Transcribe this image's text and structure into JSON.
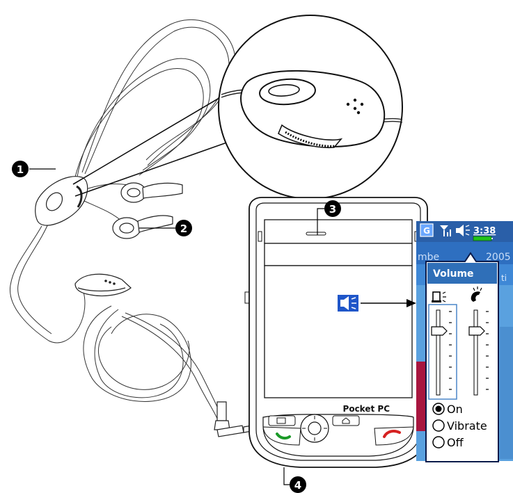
{
  "callouts": {
    "one": "1",
    "two": "2",
    "three": "3",
    "four": "4"
  },
  "device": {
    "brand_label": "Pocket PC"
  },
  "volume_popup": {
    "status_badge": "G",
    "time": "3:38",
    "bg_text_1": "mbe",
    "bg_text_2": "2005",
    "bg_text_3": "ti",
    "title": "Volume",
    "options": [
      {
        "label": "On",
        "selected": true
      },
      {
        "label": "Vibrate",
        "selected": false
      },
      {
        "label": "Off",
        "selected": false
      }
    ],
    "system_slider_level": 0.78,
    "ringer_slider_level": 0.78
  },
  "icons": {
    "speaker": "speaker-icon",
    "phone_device": "device-sound-icon",
    "handset": "ringer-icon",
    "signal": "signal-icon",
    "battery": "battery-icon",
    "start_menu": "start-menu-icon",
    "home": "home-icon",
    "call": "call-icon",
    "end_call": "end-call-icon"
  },
  "colors": {
    "popup_border": "#0a1a4a",
    "popup_title_bg": "#2f6fb8",
    "taskbar_bg": "#2a5fa8",
    "highlight_blue": "#1f56c9",
    "battery_green": "#22c31a",
    "line": "#000000"
  }
}
